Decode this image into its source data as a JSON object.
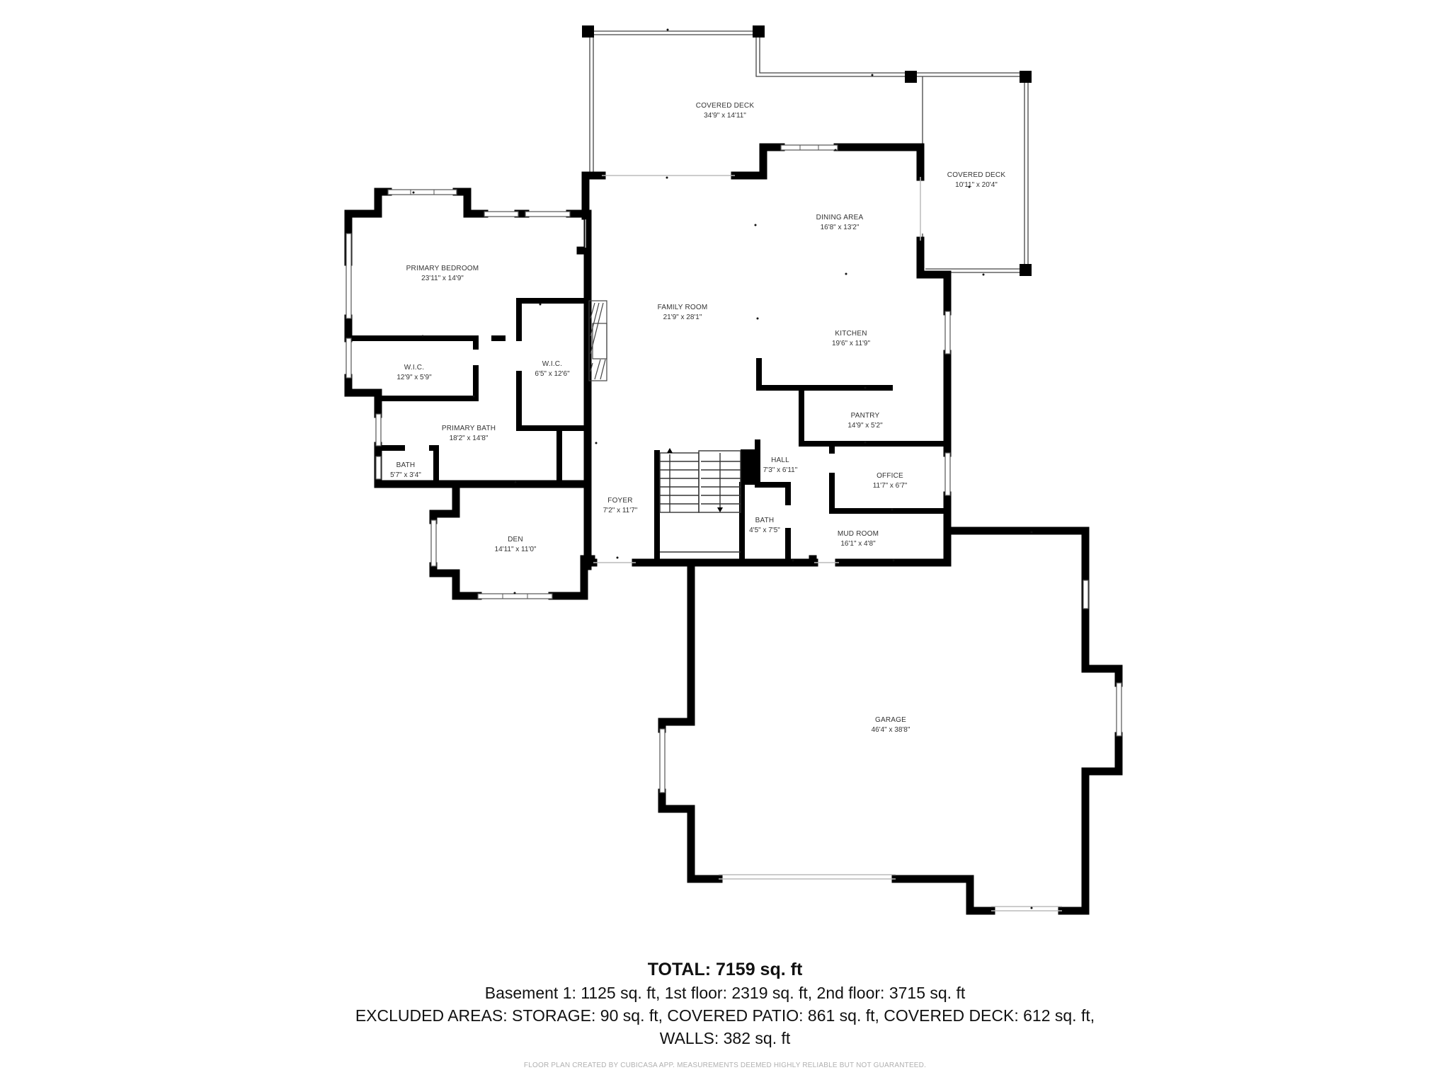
{
  "floor_plan": {
    "rooms": [
      {
        "id": "covered-deck-1",
        "name": "COVERED DECK",
        "dims": "34'9\" x 14'11\""
      },
      {
        "id": "covered-deck-2",
        "name": "COVERED DECK",
        "dims": "10'11\" x 20'4\""
      },
      {
        "id": "dining-area",
        "name": "DINING AREA",
        "dims": "16'8\" x 13'2\""
      },
      {
        "id": "primary-bedroom",
        "name": "PRIMARY BEDROOM",
        "dims": "23'11\" x 14'9\""
      },
      {
        "id": "family-room",
        "name": "FAMILY ROOM",
        "dims": "21'9\" x 28'1\""
      },
      {
        "id": "kitchen",
        "name": "KITCHEN",
        "dims": "19'6\" x 11'9\""
      },
      {
        "id": "wic-1",
        "name": "W.I.C.",
        "dims": "12'9\" x 5'9\""
      },
      {
        "id": "wic-2",
        "name": "W.I.C.",
        "dims": "6'5\" x 12'6\""
      },
      {
        "id": "pantry",
        "name": "PANTRY",
        "dims": "14'9\" x 5'2\""
      },
      {
        "id": "primary-bath",
        "name": "PRIMARY BATH",
        "dims": "18'2\" x 14'8\""
      },
      {
        "id": "hall",
        "name": "HALL",
        "dims": "7'3\" x 6'11\""
      },
      {
        "id": "bath-1",
        "name": "BATH",
        "dims": "5'7\" x 3'4\""
      },
      {
        "id": "office",
        "name": "OFFICE",
        "dims": "11'7\" x 6'7\""
      },
      {
        "id": "foyer",
        "name": "FOYER",
        "dims": "7'2\" x 11'7\""
      },
      {
        "id": "bath-2",
        "name": "BATH",
        "dims": "4'5\" x 7'5\""
      },
      {
        "id": "den",
        "name": "DEN",
        "dims": "14'11\" x 11'0\""
      },
      {
        "id": "mud-room",
        "name": "MUD ROOM",
        "dims": "16'1\" x 4'8\""
      },
      {
        "id": "garage",
        "name": "GARAGE",
        "dims": "46'4\" x 38'8\""
      }
    ]
  },
  "summary": {
    "total": "TOTAL: 7159 sq. ft",
    "floors": "Basement 1: 1125 sq. ft, 1st floor: 2319 sq. ft, 2nd floor: 3715 sq. ft",
    "excluded": "EXCLUDED AREAS: STORAGE: 90 sq. ft, COVERED PATIO: 861 sq. ft, COVERED DECK: 612 sq. ft,",
    "walls": "WALLS: 382 sq. ft",
    "credit": "FLOOR PLAN CREATED BY CUBICASA APP. MEASUREMENTS DEEMED HIGHLY RELIABLE BUT NOT GUARANTEED."
  },
  "colors": {
    "wall": "#000000",
    "background": "#ffffff",
    "credit_text": "#b0b0b0"
  }
}
